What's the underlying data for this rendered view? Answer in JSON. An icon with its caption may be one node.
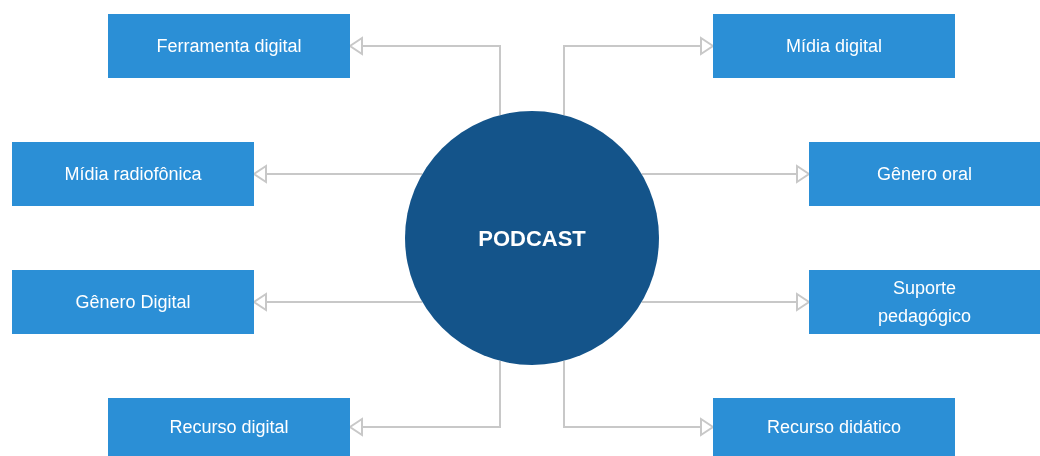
{
  "diagram": {
    "nodes": [
      {
        "text": [
          "Ferramenta digital"
        ]
      },
      {
        "text": [
          "Mídia digital"
        ]
      },
      {
        "text": [
          "Mídia radiofônica"
        ]
      },
      {
        "text": [
          "Gênero oral"
        ]
      },
      {
        "text": [
          "PODCAST"
        ]
      },
      {
        "text": [
          "Gênero Digital"
        ]
      },
      {
        "text": [
          "Suporte pedagógico"
        ]
      },
      {
        "text": [
          "Recurso digital"
        ]
      },
      {
        "text": [
          "Recurso didático"
        ]
      }
    ],
    "edges": [
      {
        "from": 4,
        "to": 0,
        "arrow": "to"
      },
      {
        "from": 4,
        "to": 1,
        "arrow": "to"
      },
      {
        "from": 4,
        "to": 2,
        "arrow": "to"
      },
      {
        "from": 4,
        "to": 3,
        "arrow": "to"
      },
      {
        "from": 4,
        "to": 5,
        "arrow": "to"
      },
      {
        "from": 4,
        "to": 6,
        "arrow": "to"
      },
      {
        "from": 4,
        "to": 7,
        "arrow": "to"
      },
      {
        "from": 4,
        "to": 8,
        "arrow": "to"
      }
    ]
  }
}
